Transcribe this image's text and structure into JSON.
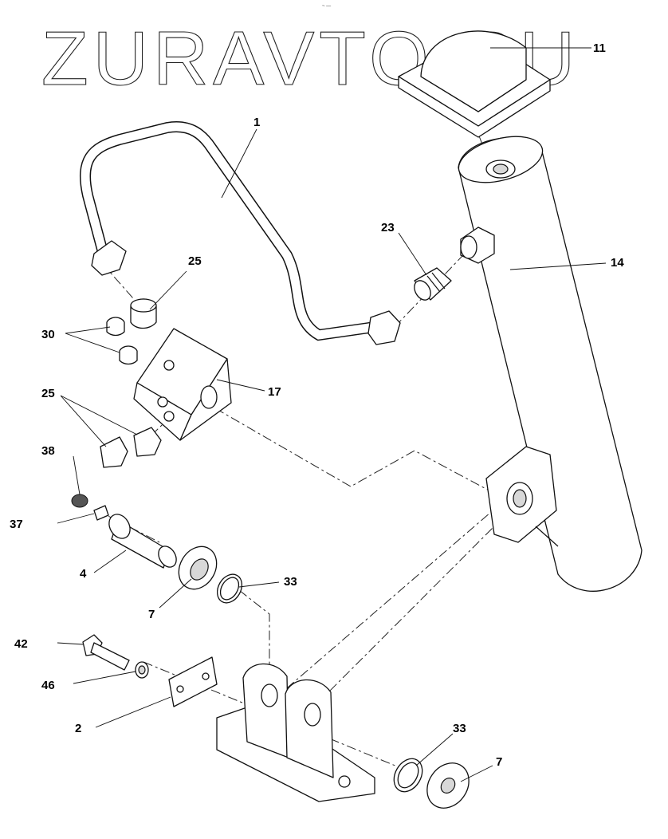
{
  "watermark": "ZURAVTO.RU",
  "top_mark": "~ —",
  "parts": [
    {
      "id": "p1",
      "label": "1"
    },
    {
      "id": "p11",
      "label": "11"
    },
    {
      "id": "p14",
      "label": "14"
    },
    {
      "id": "p23",
      "label": "23"
    },
    {
      "id": "p25a",
      "label": "25"
    },
    {
      "id": "p30",
      "label": "30"
    },
    {
      "id": "p17",
      "label": "17"
    },
    {
      "id": "p25b",
      "label": "25"
    },
    {
      "id": "p38",
      "label": "38"
    },
    {
      "id": "p37",
      "label": "37"
    },
    {
      "id": "p4",
      "label": "4"
    },
    {
      "id": "p7a",
      "label": "7"
    },
    {
      "id": "p33a",
      "label": "33"
    },
    {
      "id": "p42",
      "label": "42"
    },
    {
      "id": "p46",
      "label": "46"
    },
    {
      "id": "p2",
      "label": "2"
    },
    {
      "id": "p33b",
      "label": "33"
    },
    {
      "id": "p7b",
      "label": "7"
    }
  ]
}
